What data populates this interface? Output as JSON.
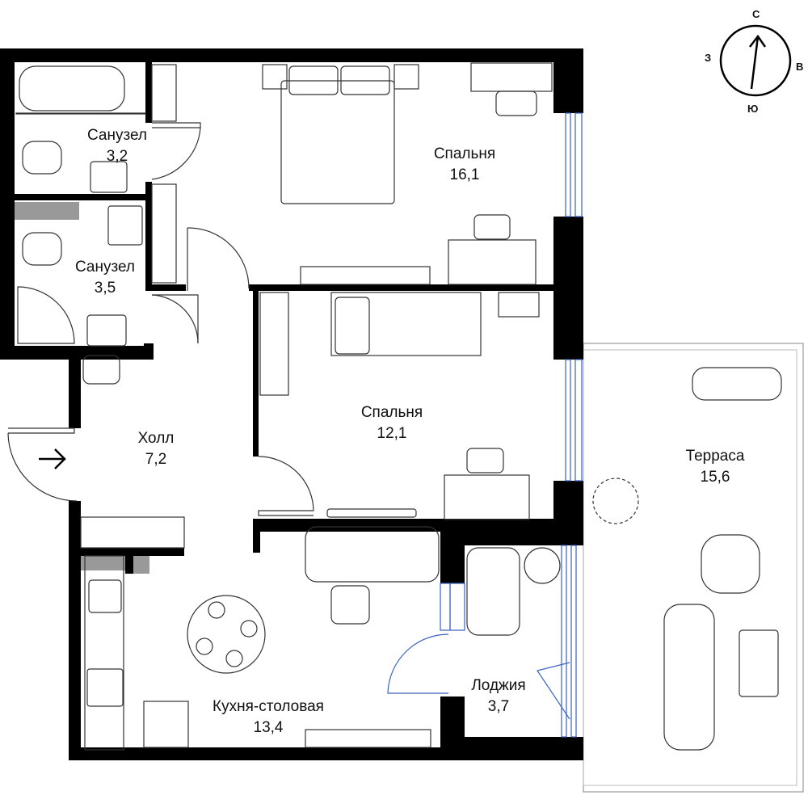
{
  "plan": {
    "rooms": [
      {
        "name": "Санузел",
        "area": "3,2"
      },
      {
        "name": "Санузел",
        "area": "3,5"
      },
      {
        "name": "Спальня",
        "area": "16,1"
      },
      {
        "name": "Спальня",
        "area": "12,1"
      },
      {
        "name": "Холл",
        "area": "7,2"
      },
      {
        "name": "Кухня-столовая",
        "area": "13,4"
      },
      {
        "name": "Лоджия",
        "area": "3,7"
      },
      {
        "name": "Терраса",
        "area": "15,6"
      }
    ],
    "compass": {
      "north": "С",
      "south": "Ю",
      "west": "З",
      "east": "В"
    },
    "entrance_icon": "arrow-right-icon",
    "colors": {
      "wall": "#000000",
      "window": "#3a62c0",
      "furniture": "#333333"
    }
  }
}
